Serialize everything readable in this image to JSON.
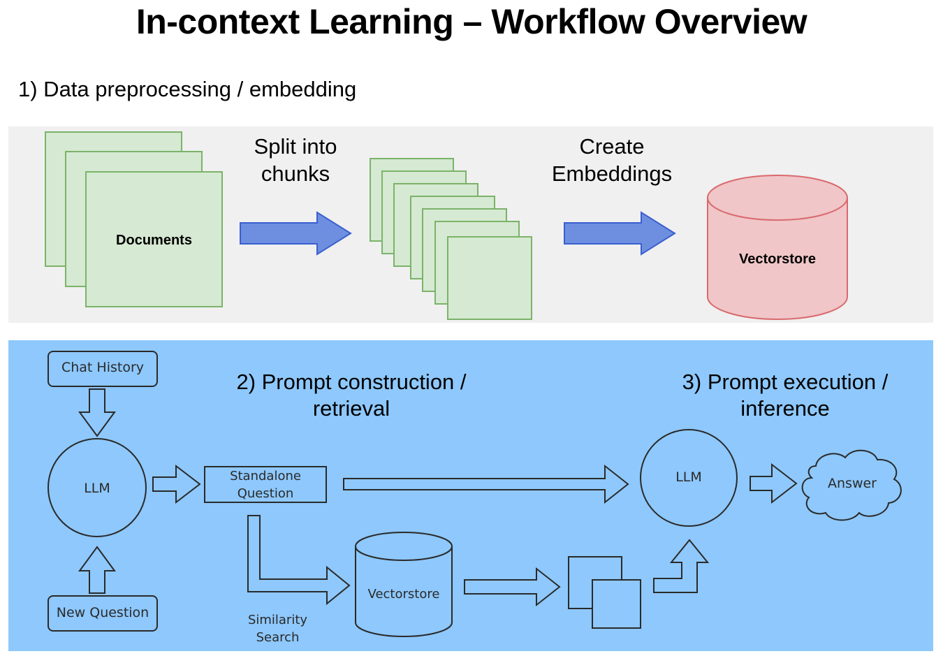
{
  "title": "In-context Learning – Workflow Overview",
  "step1": {
    "label": "1) Data preprocessing / embedding"
  },
  "documents": {
    "label": "Documents"
  },
  "split": {
    "line1": "Split into",
    "line2": "chunks"
  },
  "embed": {
    "line1": "Create",
    "line2": "Embeddings"
  },
  "vectorstore_top": {
    "label": "Vectorstore"
  },
  "step2": {
    "line1": "2) Prompt construction /",
    "line2": "retrieval"
  },
  "step3": {
    "line1": "3) Prompt execution /",
    "line2": "inference"
  },
  "chat_history": {
    "label": "Chat History"
  },
  "new_question": {
    "label": "New Question"
  },
  "llm_left": {
    "label": "LLM"
  },
  "standalone": {
    "line1": "Standalone",
    "line2": "Question"
  },
  "similarity": {
    "line1": "Similarity",
    "line2": "Search"
  },
  "vectorstore_bottom": {
    "label": "Vectorstore"
  },
  "llm_right": {
    "label": "LLM"
  },
  "answer": {
    "label": "Answer"
  },
  "colors": {
    "panel_top": "#f0f0f0",
    "panel_bottom": "#8ec8fc",
    "doc_fill": "#d6e9d2",
    "doc_stroke": "#7bb36a",
    "arrow_fill": "#6e8fe0",
    "db_fill": "#f0c6c8",
    "db_stroke": "#d96a6e"
  }
}
